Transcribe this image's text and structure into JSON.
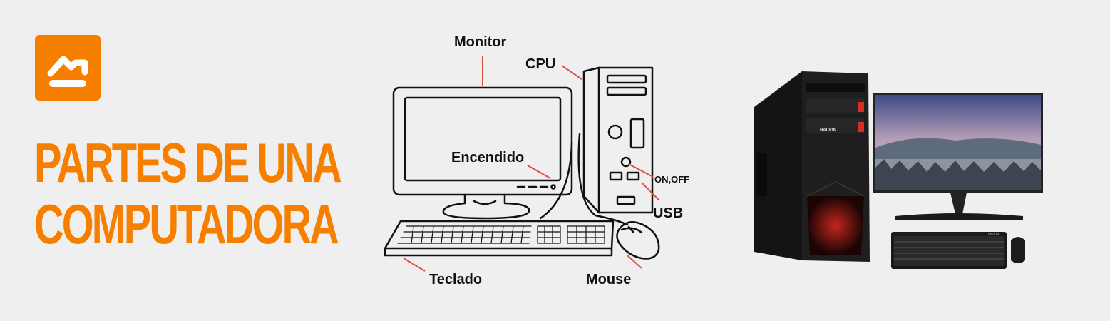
{
  "brand": {
    "logo_icon": "upload-tray-icon",
    "accent_color": "#f77f00"
  },
  "title": {
    "line1": "PARTES DE UNA",
    "line2": "COMPUTADORA"
  },
  "diagram": {
    "labels": {
      "monitor": "Monitor",
      "cpu": "CPU",
      "encendido": "Encendido",
      "on_off": "ON,OFF",
      "usb": "USB",
      "teclado": "Teclado",
      "mouse": "Mouse"
    },
    "leader_color": "#e0504a"
  },
  "photo": {
    "brand_text": "HALION",
    "keyboard_brand": "HALION"
  }
}
